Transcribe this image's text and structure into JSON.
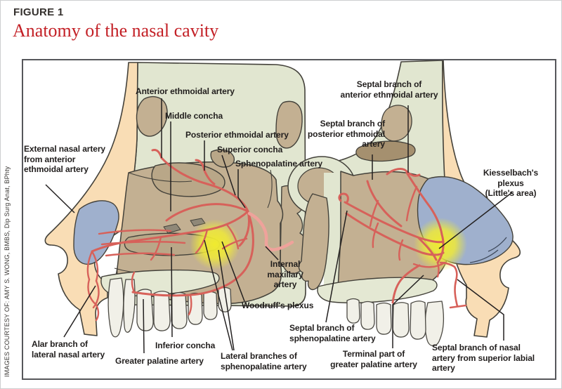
{
  "figure": {
    "label": "FIGURE 1",
    "title": "Anatomy of the nasal cavity",
    "credit": "IMAGES COURTESY OF: AMY S. WONG, BMBS, Dip Surg Anat, BPhty"
  },
  "colors": {
    "title_red": "#c32026",
    "figure_border": "#56575b",
    "label_text": "#211e1d",
    "leader_line": "#232020",
    "artery_red": "#d7615a",
    "artery_pink": "#efa29b",
    "bone_green": "#e1e6d0",
    "cavity_tan": "#c3b092",
    "dark_tan": "#a5906f",
    "skin_peach": "#f9ddb5",
    "mucosa_blue": "#9fb0cd",
    "plexus_yellow": "#f0eb2e",
    "teeth": "#f1f0e8",
    "outline": "#43413a"
  },
  "left_panel": {
    "name": "Lateral nasal wall view",
    "labels": [
      {
        "id": "anterior-ethmoidal-artery",
        "text": "Anterior ethmoidal artery"
      },
      {
        "id": "middle-concha",
        "text": "Middle concha"
      },
      {
        "id": "posterior-ethmoidal-artery",
        "text": "Posterior ethmoidal artery"
      },
      {
        "id": "superior-concha",
        "text": "Superior concha"
      },
      {
        "id": "sphenopalatine-artery",
        "text": "Sphenopalatine artery"
      },
      {
        "id": "external-nasal-artery",
        "text": "External nasal artery\nfrom anterior\nethmoidal artery"
      },
      {
        "id": "alar-branch",
        "text": "Alar branch of\nlateral nasal artery"
      },
      {
        "id": "greater-palatine-artery",
        "text": "Greater palatine artery"
      },
      {
        "id": "inferior-concha",
        "text": "Inferior concha"
      },
      {
        "id": "lateral-branches",
        "text": "Lateral branches of\nsphenopalatine artery"
      },
      {
        "id": "internal-maxillary-artery",
        "text": "Internal\nmaxillary\nartery"
      },
      {
        "id": "woodruffs-plexus",
        "text": "Woodruff's plexus"
      }
    ]
  },
  "right_panel": {
    "name": "Nasal septum view",
    "labels": [
      {
        "id": "septal-anterior-ethmoidal",
        "text": "Septal branch of\nanterior ethmoidal artery"
      },
      {
        "id": "septal-posterior-ethmoidal",
        "text": "Septal branch of\nposterior ethmoidal\nartery"
      },
      {
        "id": "kiesselbachs-plexus",
        "text": "Kiesselbach's plexus\n(Little's area)"
      },
      {
        "id": "septal-sphenopalatine",
        "text": "Septal branch of\nsphenopalatine artery"
      },
      {
        "id": "terminal-greater-palatine",
        "text": "Terminal part of\ngreater palatine artery"
      },
      {
        "id": "septal-nasal-superior-labial",
        "text": "Septal branch of nasal\nartery from superior labial artery"
      }
    ]
  }
}
